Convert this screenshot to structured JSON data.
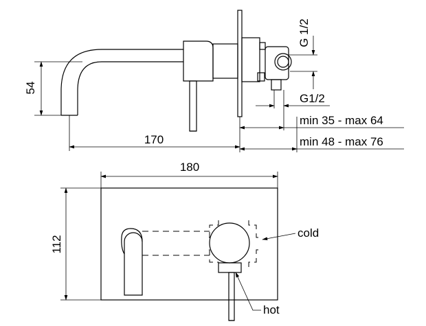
{
  "side_view": {
    "dim_height": "54",
    "dim_spout_length": "170",
    "dim_connection_top": "G 1/2",
    "dim_connection_bottom": "G1/2",
    "dim_depth_inner": "min 35 - max 64",
    "dim_depth_outer": "min 48 - max 76"
  },
  "front_view": {
    "dim_width": "180",
    "dim_height": "112",
    "label_cold": "cold",
    "label_hot": "hot"
  }
}
